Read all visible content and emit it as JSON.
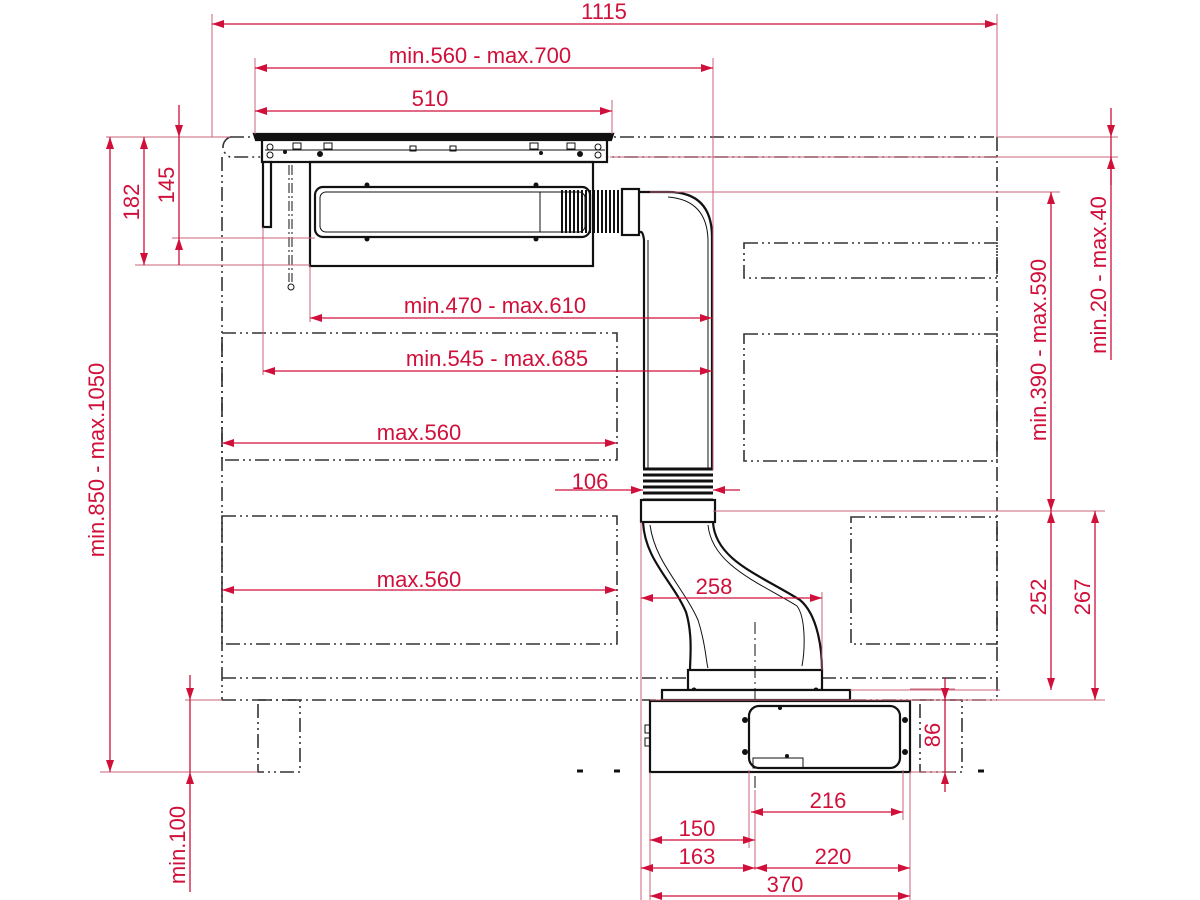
{
  "drawing": {
    "type": "installation dimension drawing",
    "subject": "downdraft hob with under-cabinet ducting and motor box",
    "accent_color": "#d0103a",
    "line_color": "#111111"
  },
  "dimensions": {
    "overall_width": "1115",
    "hob_cutout_depth": "min.560 - max.700",
    "hob_width": "510",
    "top_height_182": "182",
    "top_height_145": "145",
    "duct_offset_a": "min.470 - max.610",
    "duct_offset_b": "min.545 - max.685",
    "drawer_upper": "max.560",
    "drawer_lower": "max.560",
    "duct_diameter": "106",
    "worktop_height": "min.850 - max.1050",
    "plinth_height": "min.100",
    "vertical_duct": "min.390 - max.590",
    "worktop_thickness": "min.20 - max.40",
    "elbow_offset": "258",
    "height_252": "252",
    "height_267": "267",
    "motor_height": "86",
    "motor_outlet_width": "216",
    "motor_150": "150",
    "motor_163": "163",
    "motor_220": "220",
    "motor_total_width": "370"
  }
}
